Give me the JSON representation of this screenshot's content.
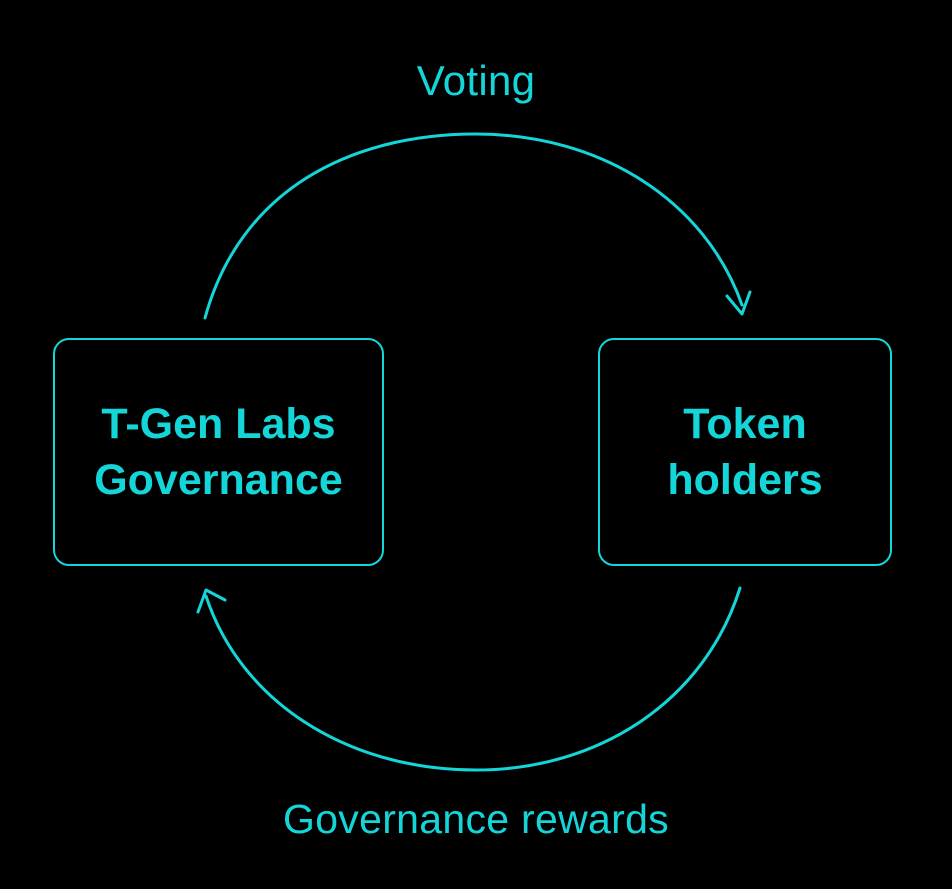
{
  "colors": {
    "background": "#000000",
    "accent": "#14d6d9"
  },
  "edges": {
    "top": {
      "label": "Voting"
    },
    "bottom": {
      "label": "Governance rewards"
    }
  },
  "nodes": {
    "governance": {
      "line1": "T-Gen Labs",
      "line2": "Governance"
    },
    "holders": {
      "line1": "Token",
      "line2": "holders"
    }
  }
}
